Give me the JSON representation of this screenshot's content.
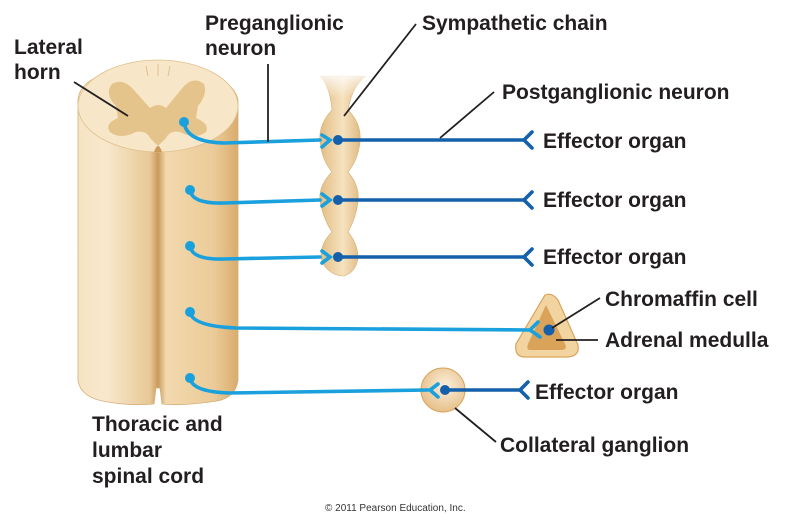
{
  "figure": {
    "labels": {
      "lateral_horn": [
        "Lateral",
        "horn"
      ],
      "preganglionic_neuron": [
        "Preganglionic",
        "neuron"
      ],
      "sympathetic_chain": "Sympathetic chain",
      "postganglionic_neuron": "Postganglionic neuron",
      "effector_organ_1": "Effector organ",
      "effector_organ_2": "Effector organ",
      "effector_organ_3": "Effector organ",
      "chromaffin_cell": "Chromaffin cell",
      "adrenal_medulla": "Adrenal medulla",
      "effector_organ_4": "Effector organ",
      "collateral_ganglion": "Collateral ganglion",
      "spinal_cord": [
        "Thoracic and",
        "lumbar",
        "spinal cord"
      ]
    },
    "copyright": "© 2011 Pearson Education, Inc.",
    "colors": {
      "preganglionic": "#1aa0dc",
      "postganglionic": "#1560aa",
      "tissue_light": "#f6e3c2",
      "tissue_mid": "#e9c893",
      "gray_matter": "#e5c48c",
      "adrenal_inner": "#d9a35a",
      "text": "#231f20"
    }
  }
}
